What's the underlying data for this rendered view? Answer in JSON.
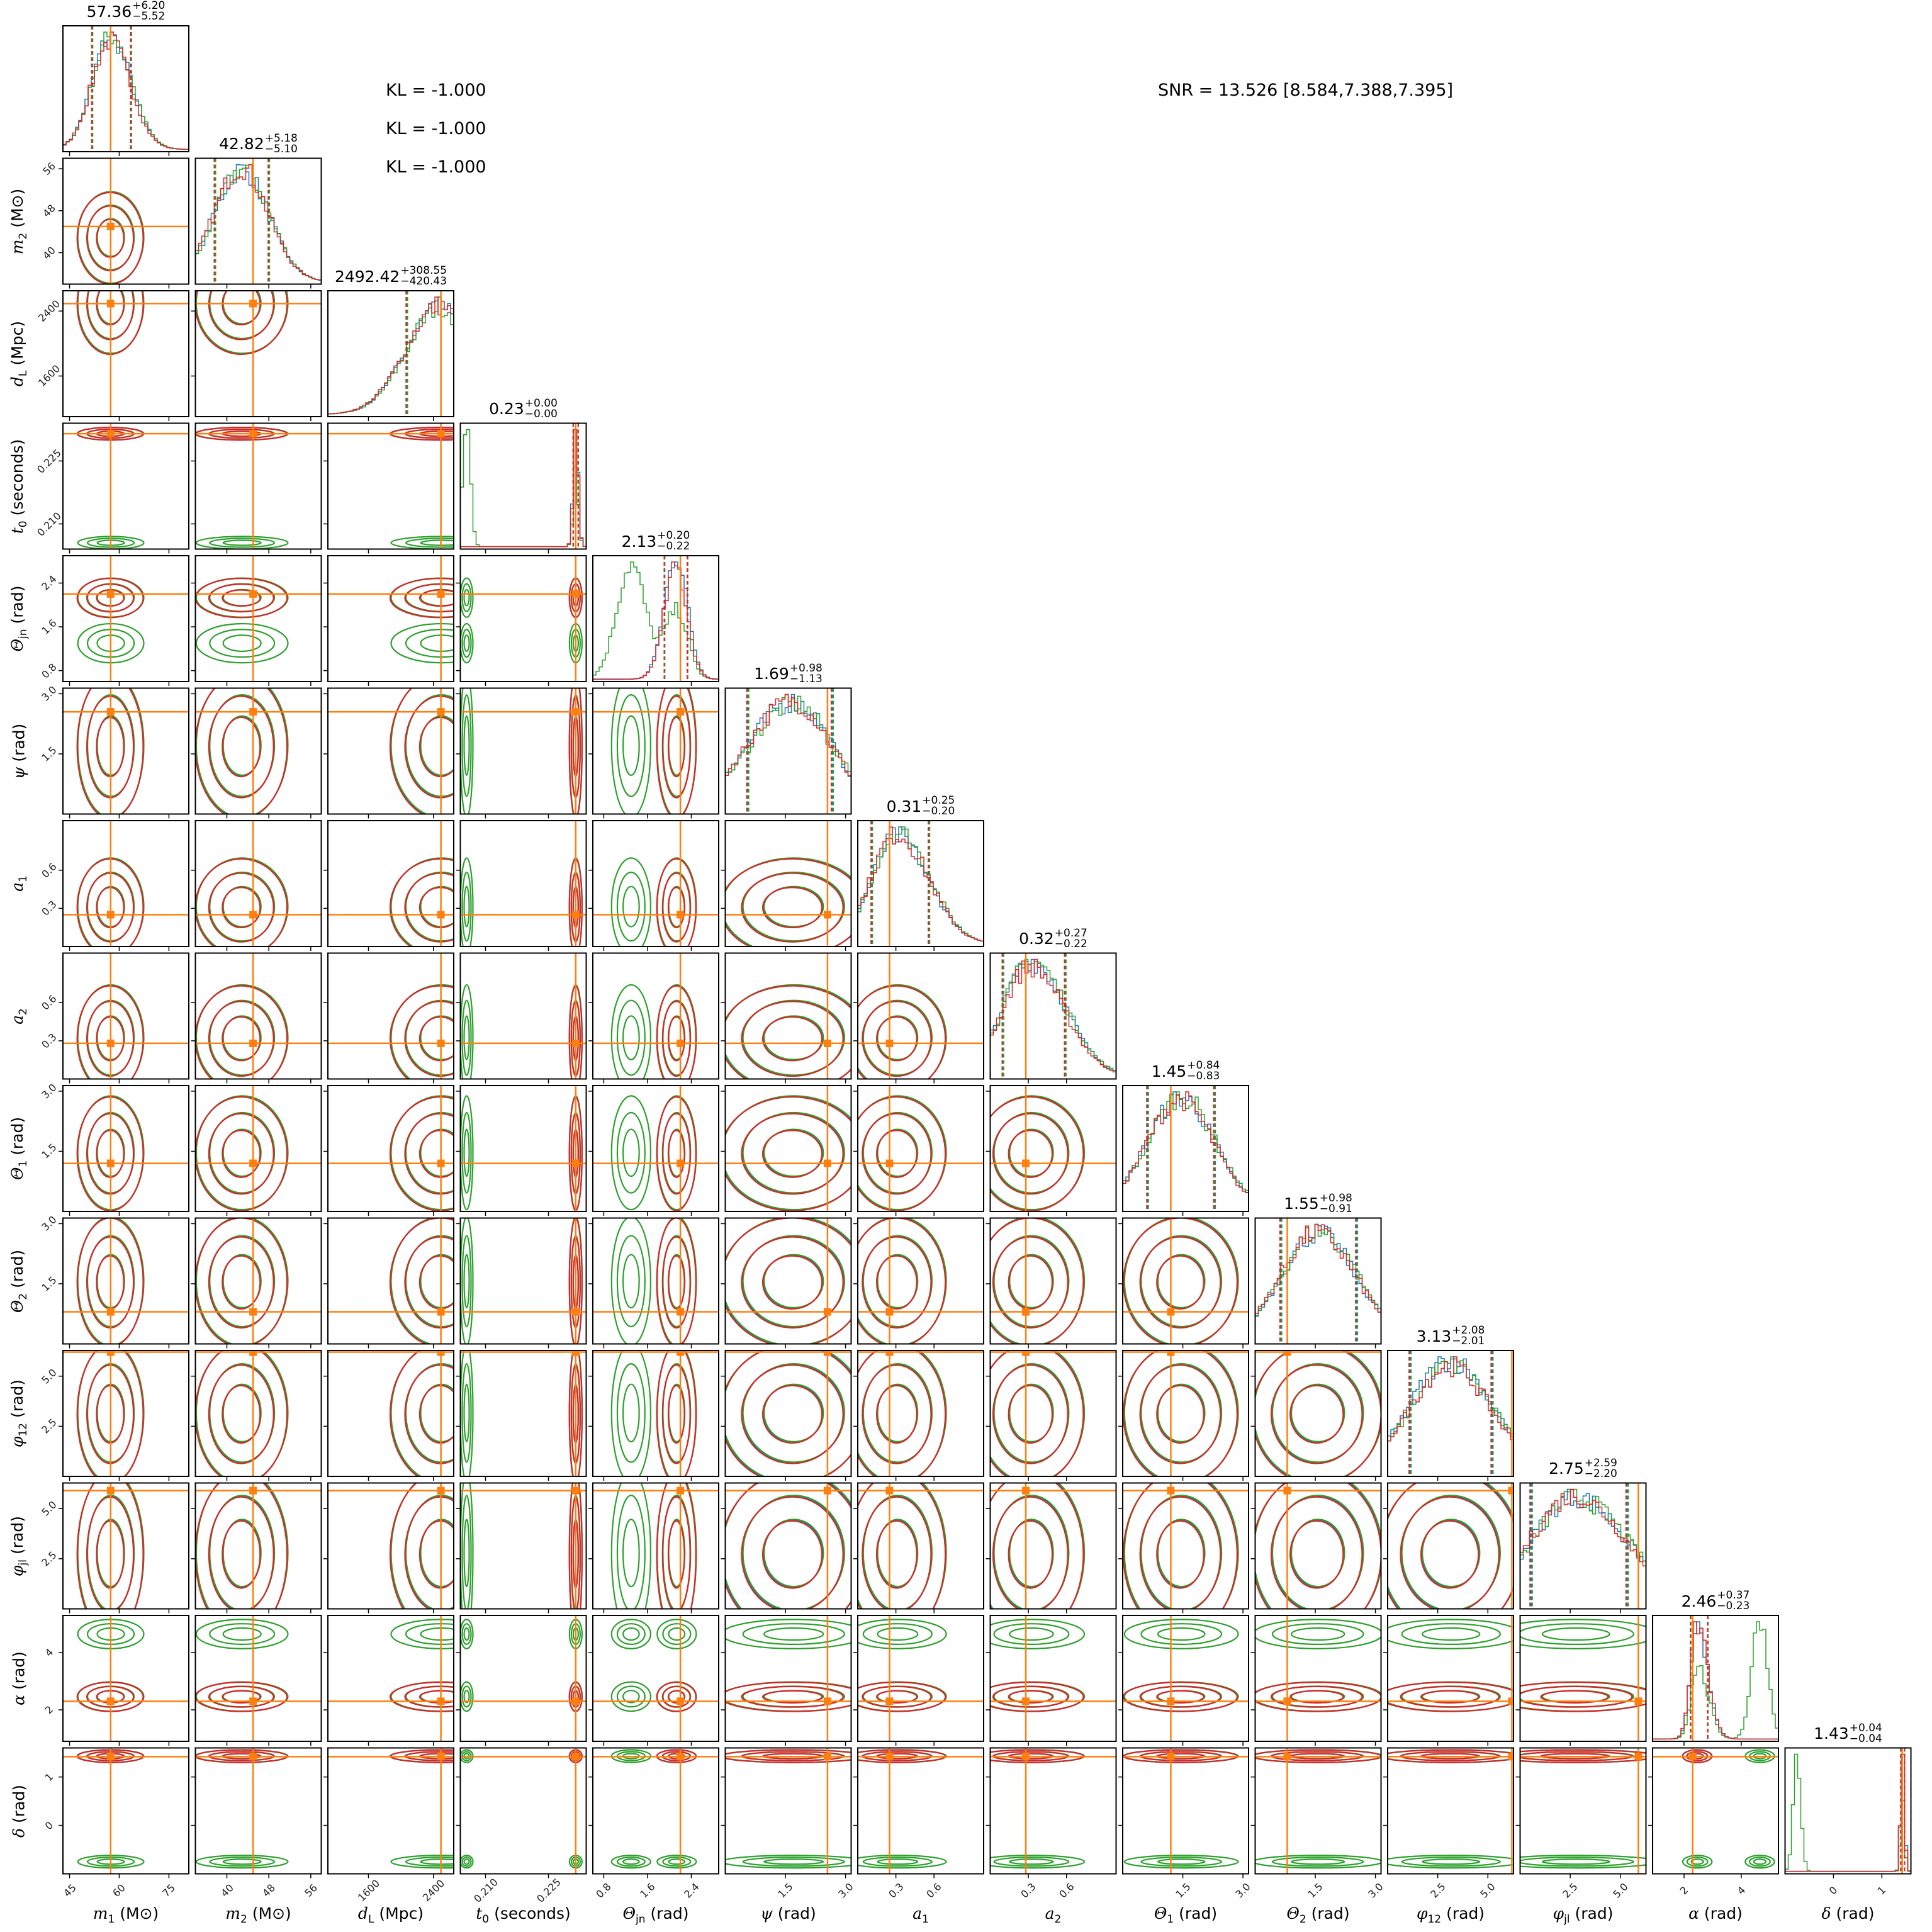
{
  "annotations": {
    "kl": [
      "KL = -1.000",
      "KL = -1.000",
      "KL = -1.000"
    ],
    "snr": "SNR = 13.526 [8.584,7.388,7.395]"
  },
  "chart_data": {
    "type": "corner",
    "series": [
      {
        "color": "#1f77b4"
      },
      {
        "color": "#2ca02c"
      },
      {
        "color": "#d62728"
      }
    ],
    "truth_color": "#ff7f0e",
    "parameters": [
      {
        "sym": "m",
        "sub": "1",
        "unit": "(M⊙)",
        "range": [
          43,
          81
        ],
        "ticks": [
          45,
          60,
          75
        ],
        "tick_labels": [
          "45",
          "60",
          "75"
        ],
        "truth": 57.4,
        "title": {
          "median": "57.36",
          "plus": "+6.20",
          "minus": "−5.52"
        },
        "m": 57.36,
        "p": 6.2,
        "n": 5.52
      },
      {
        "sym": "m",
        "sub": "2",
        "unit": "(M⊙)",
        "range": [
          34,
          58
        ],
        "ticks": [
          40,
          48,
          56
        ],
        "tick_labels": [
          "40",
          "48",
          "56"
        ],
        "truth": 45.0,
        "title": {
          "median": "42.82",
          "plus": "+5.18",
          "minus": "−5.10"
        },
        "m": 42.82,
        "p": 5.18,
        "n": 5.1
      },
      {
        "sym": "d",
        "sub": "L",
        "unit": "(Mpc)",
        "range": [
          1100,
          2650
        ],
        "ticks": [
          1600,
          2400
        ],
        "tick_labels": [
          "1600",
          "2400"
        ],
        "truth": 2492,
        "title": {
          "median": "2492.42",
          "plus": "+308.55",
          "minus": "−420.43"
        },
        "m": 2492.42,
        "p": 308.55,
        "n": 420.43
      },
      {
        "sym": "t",
        "sub": "0",
        "unit": "(seconds)",
        "range": [
          0.204,
          0.234
        ],
        "ticks": [
          0.21,
          0.225
        ],
        "tick_labels": [
          "0.210",
          "0.225"
        ],
        "truth": 0.2315,
        "title": {
          "median": "0.23",
          "plus": "+0.00",
          "minus": "−0.00"
        },
        "m": 0.2315,
        "p": 0.0006,
        "n": 0.0006,
        "alt_green": 0.2055
      },
      {
        "sym": "Θ",
        "sub": "jn",
        "unit": "(rad)",
        "range": [
          0.6,
          2.9
        ],
        "ticks": [
          0.8,
          1.6,
          2.4
        ],
        "tick_labels": [
          "0.8",
          "1.6",
          "2.4"
        ],
        "truth": 2.2,
        "title": {
          "median": "2.13",
          "plus": "+0.20",
          "minus": "−0.22"
        },
        "m": 2.13,
        "p": 0.2,
        "n": 0.22,
        "alt_green": 1.3
      },
      {
        "sym": "ψ",
        "sub": "",
        "unit": "(rad)",
        "range": [
          0,
          3.14
        ],
        "ticks": [
          1.5,
          3.0
        ],
        "tick_labels": [
          "1.5",
          "3.0"
        ],
        "truth": 2.55,
        "title": {
          "median": "1.69",
          "plus": "+0.98",
          "minus": "−1.13"
        },
        "m": 1.69,
        "p": 0.98,
        "n": 1.13
      },
      {
        "sym": "a",
        "sub": "1",
        "unit": "",
        "range": [
          0,
          0.99
        ],
        "ticks": [
          0.3,
          0.6
        ],
        "tick_labels": [
          "0.3",
          "0.6"
        ],
        "truth": 0.25,
        "title": {
          "median": "0.31",
          "plus": "+0.25",
          "minus": "−0.20"
        },
        "m": 0.31,
        "p": 0.25,
        "n": 0.2
      },
      {
        "sym": "a",
        "sub": "2",
        "unit": "",
        "range": [
          0,
          0.99
        ],
        "ticks": [
          0.3,
          0.6
        ],
        "tick_labels": [
          "0.3",
          "0.6"
        ],
        "truth": 0.28,
        "title": {
          "median": "0.32",
          "plus": "+0.27",
          "minus": "−0.22"
        },
        "m": 0.32,
        "p": 0.27,
        "n": 0.22
      },
      {
        "sym": "Θ",
        "sub": "1",
        "unit": "(rad)",
        "range": [
          0,
          3.14
        ],
        "ticks": [
          1.5,
          3.0
        ],
        "tick_labels": [
          "1.5",
          "3.0"
        ],
        "truth": 1.2,
        "title": {
          "median": "1.45",
          "plus": "+0.84",
          "minus": "−0.83"
        },
        "m": 1.45,
        "p": 0.84,
        "n": 0.83
      },
      {
        "sym": "Θ",
        "sub": "2",
        "unit": "(rad)",
        "range": [
          0,
          3.14
        ],
        "ticks": [
          1.5,
          3.0
        ],
        "tick_labels": [
          "1.5",
          "3.0"
        ],
        "truth": 0.8,
        "title": {
          "median": "1.55",
          "plus": "+0.98",
          "minus": "−0.91"
        },
        "m": 1.55,
        "p": 0.98,
        "n": 0.91
      },
      {
        "sym": "φ",
        "sub": "12",
        "unit": "(rad)",
        "range": [
          0,
          6.28
        ],
        "ticks": [
          2.5,
          5.0
        ],
        "tick_labels": [
          "2.5",
          "5.0"
        ],
        "truth": 6.2,
        "title": {
          "median": "3.13",
          "plus": "+2.08",
          "minus": "−2.01"
        },
        "m": 3.13,
        "p": 2.08,
        "n": 2.01
      },
      {
        "sym": "φ",
        "sub": "jl",
        "unit": "(rad)",
        "range": [
          0,
          6.28
        ],
        "ticks": [
          2.5,
          5.0
        ],
        "tick_labels": [
          "2.5",
          "5.0"
        ],
        "truth": 5.9,
        "title": {
          "median": "2.75",
          "plus": "+2.59",
          "minus": "−2.20"
        },
        "m": 2.75,
        "p": 2.59,
        "n": 2.2
      },
      {
        "sym": "α",
        "sub": "",
        "unit": "(rad)",
        "range": [
          0.9,
          5.3
        ],
        "ticks": [
          2,
          4
        ],
        "tick_labels": [
          "2",
          "4"
        ],
        "truth": 2.3,
        "title": {
          "median": "2.46",
          "plus": "+0.37",
          "minus": "−0.23"
        },
        "m": 2.46,
        "p": 0.37,
        "n": 0.23,
        "alt_green": 4.65
      },
      {
        "sym": "δ",
        "sub": "",
        "unit": "(rad)",
        "range": [
          -1.0,
          1.6
        ],
        "ticks": [
          0,
          1
        ],
        "tick_labels": [
          "0",
          "1"
        ],
        "truth": 1.42,
        "title": {
          "median": "1.43",
          "plus": "+0.04",
          "minus": "−0.04"
        },
        "m": 1.43,
        "p": 0.04,
        "n": 0.04,
        "alt_green": -0.75
      }
    ]
  }
}
